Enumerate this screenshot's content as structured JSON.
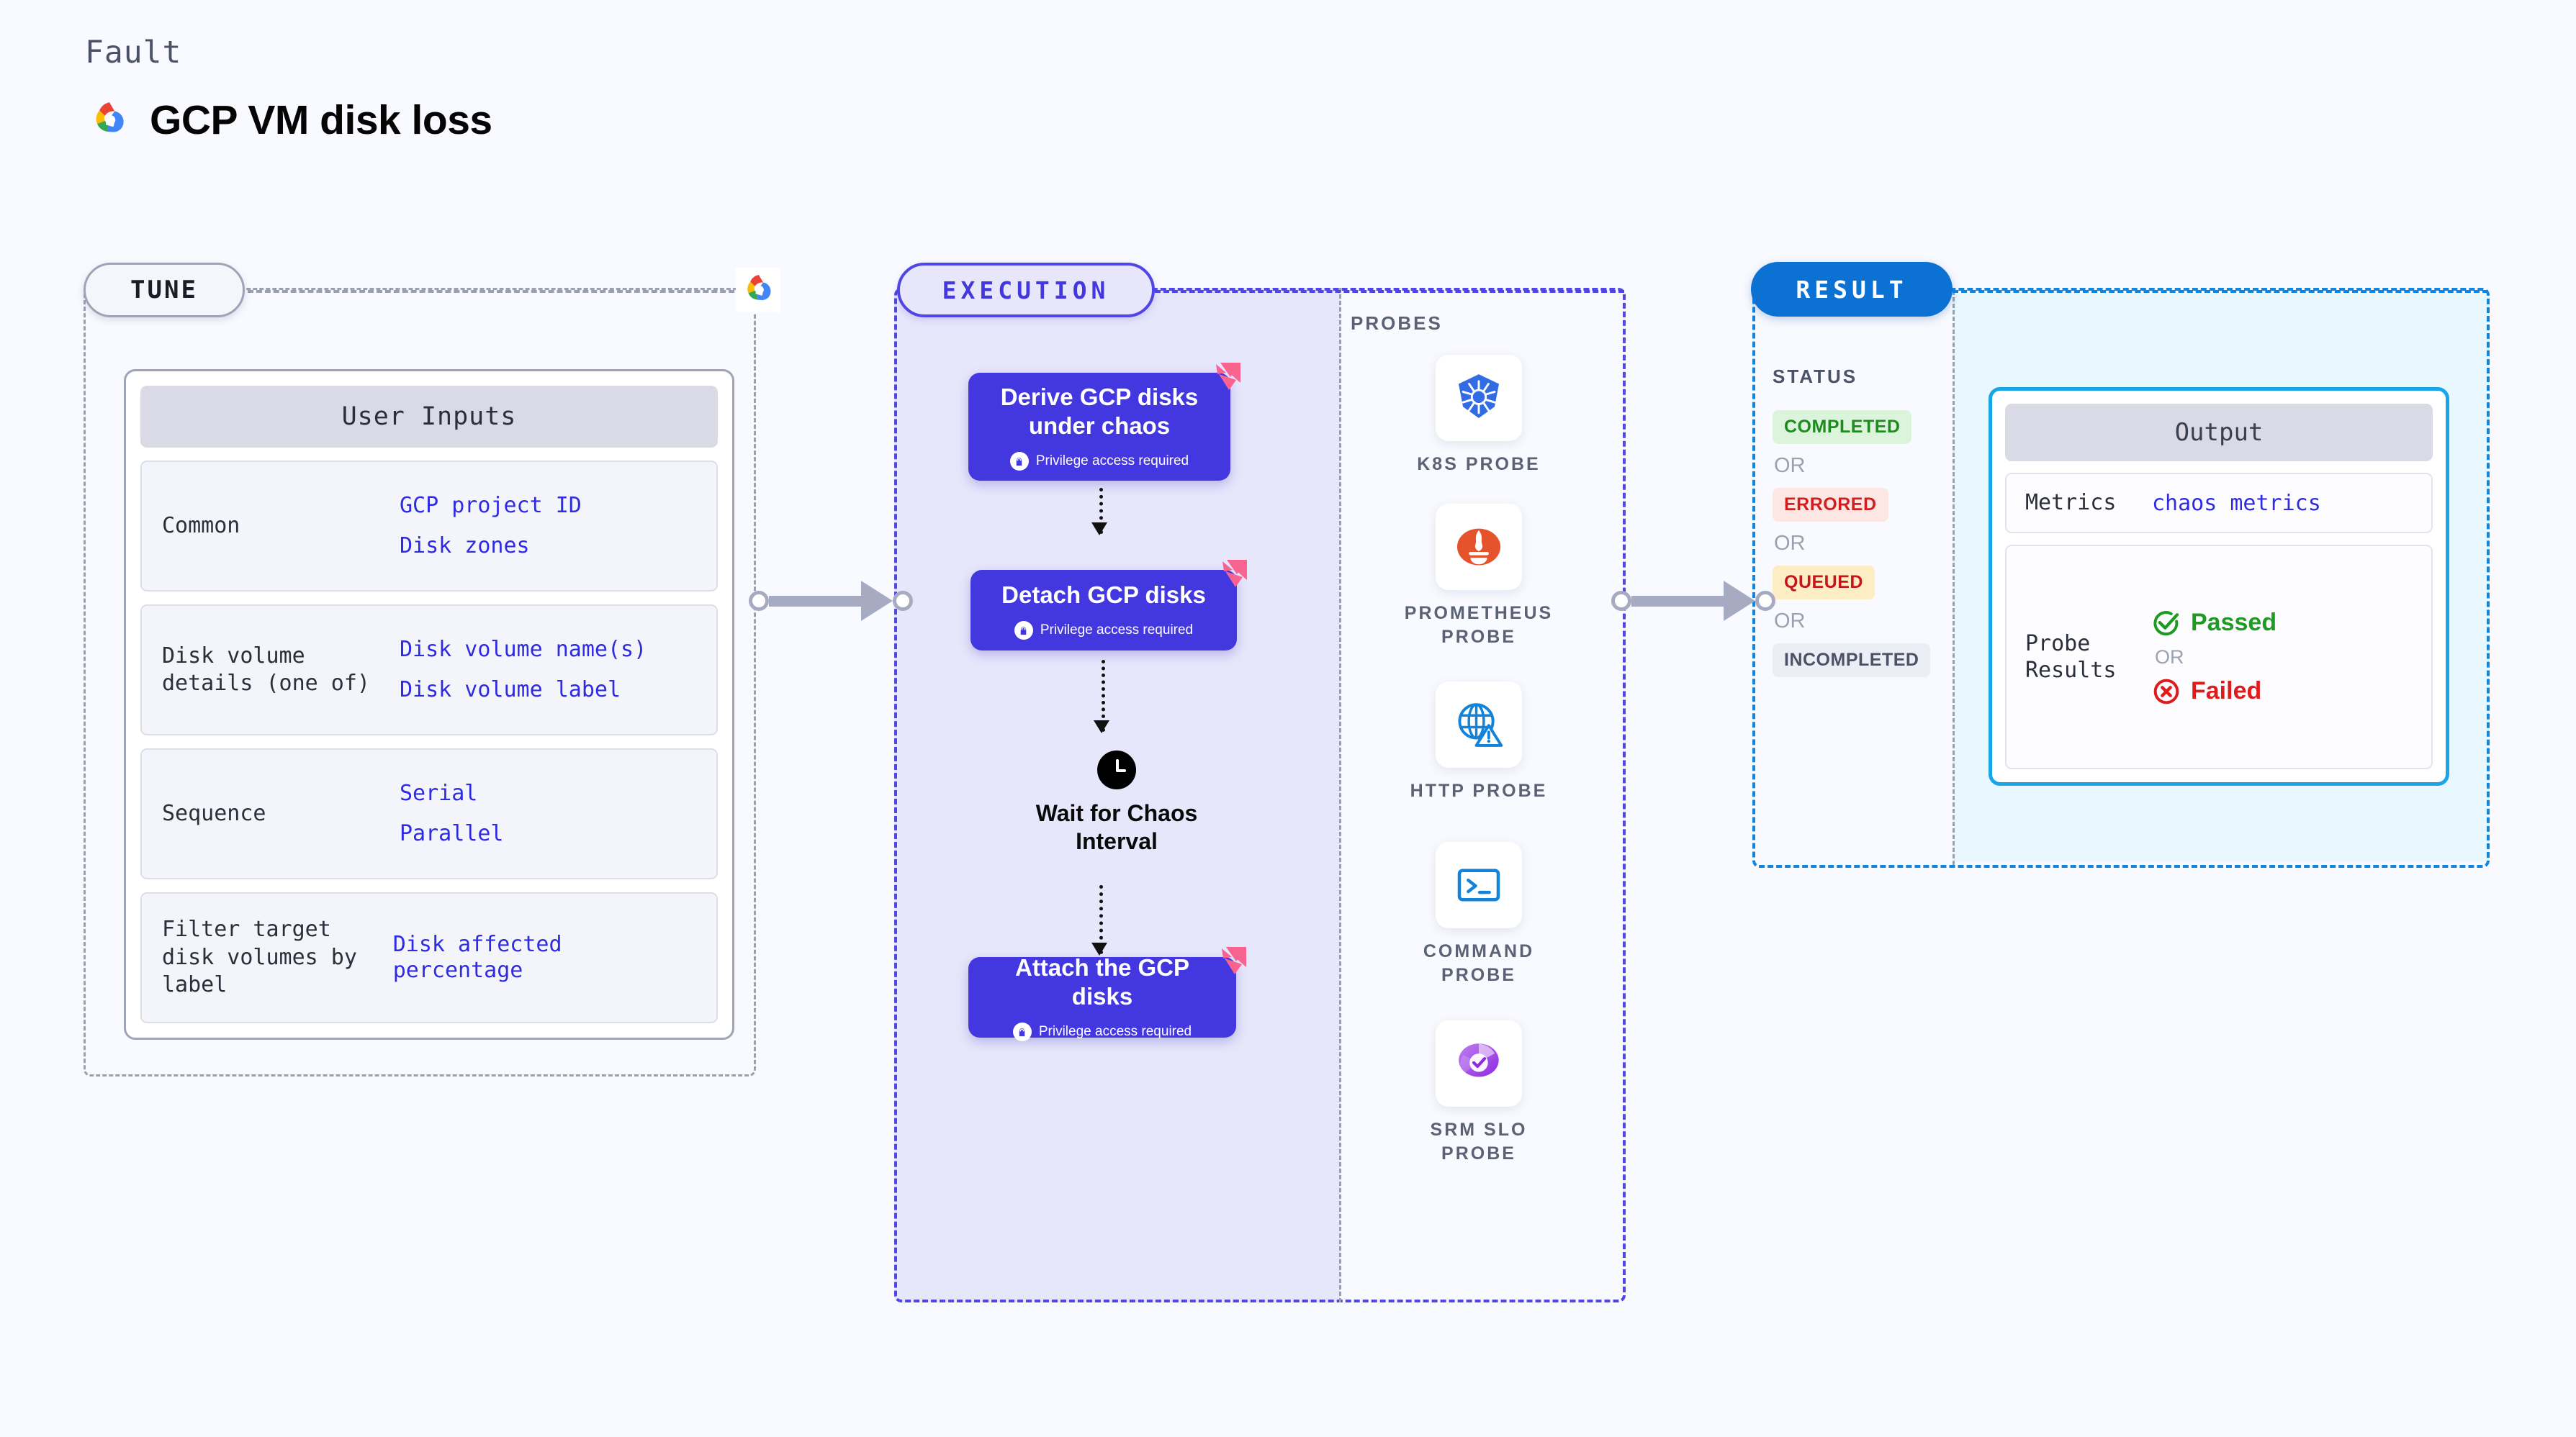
{
  "header": {
    "eyebrow": "Fault",
    "title": "GCP VM disk loss",
    "logo_icon": "gcp-logo-icon"
  },
  "sections": {
    "tune": {
      "badge": "TUNE",
      "platform_icon": "gcp-logo-icon"
    },
    "execution": {
      "badge": "EXECUTION"
    },
    "result": {
      "badge": "RESULT"
    }
  },
  "user_inputs": {
    "title": "User Inputs",
    "rows": [
      {
        "label": "Common",
        "values": [
          "GCP project ID",
          "Disk zones"
        ]
      },
      {
        "label": "Disk volume details (one of)",
        "values": [
          "Disk volume name(s)",
          "Disk volume label"
        ]
      },
      {
        "label": "Sequence",
        "values": [
          "Serial",
          "Parallel"
        ]
      },
      {
        "label": "Filter target disk volumes by label",
        "values": [
          "Disk affected percentage"
        ]
      }
    ]
  },
  "execution": {
    "steps": [
      {
        "title": "Derive GCP disks under chaos",
        "privilege": "Privilege access required",
        "icon": "lock-icon",
        "marker_icon": "chaos-fault-marker-icon"
      },
      {
        "title": "Detach GCP disks",
        "privilege": "Privilege access required",
        "icon": "lock-icon",
        "marker_icon": "chaos-fault-marker-icon"
      },
      {
        "title": "Attach the GCP disks",
        "privilege": "Privilege access required",
        "icon": "lock-icon",
        "marker_icon": "chaos-fault-marker-icon"
      }
    ],
    "wait": {
      "label": "Wait for Chaos Interval",
      "icon": "clock-icon"
    }
  },
  "probes": {
    "title": "PROBES",
    "items": [
      {
        "label": "K8S PROBE",
        "icon": "kubernetes-icon"
      },
      {
        "label": "PROMETHEUS PROBE",
        "icon": "prometheus-icon"
      },
      {
        "label": "HTTP PROBE",
        "icon": "http-globe-warning-icon"
      },
      {
        "label": "COMMAND PROBE",
        "icon": "terminal-icon"
      },
      {
        "label": "SRM SLO PROBE",
        "icon": "srm-slo-icon"
      }
    ]
  },
  "result": {
    "status_title": "STATUS",
    "or_label": "OR",
    "statuses": [
      {
        "label": "COMPLETED",
        "bg": "#dcf3dc",
        "fg": "#1f8a1f"
      },
      {
        "label": "ERRORED",
        "bg": "#fde7e5",
        "fg": "#cf1f1f"
      },
      {
        "label": "QUEUED",
        "bg": "#fcedc4",
        "fg": "#c4161c"
      },
      {
        "label": "INCOMPLETED",
        "bg": "#eceef5",
        "fg": "#4b5166"
      }
    ]
  },
  "output": {
    "title": "Output",
    "metrics_label": "Metrics",
    "metrics_value": "chaos metrics",
    "probe_results_label": "Probe Results",
    "or_label": "OR",
    "passed": {
      "label": "Passed",
      "icon": "check-circle-icon",
      "color": "#1f9a22"
    },
    "failed": {
      "label": "Failed",
      "icon": "x-circle-icon",
      "color": "#e01b1b"
    }
  },
  "colors": {
    "background": "#f9faff",
    "execution_accent": "#4f46e5",
    "execution_fill": "#e7e7fb",
    "result_accent": "#18a6e8",
    "result_fill": "#e9f8fe",
    "tune_accent": "#9aa0b0",
    "link_text": "#2f2be0",
    "chaos_marker": "#f9638f"
  }
}
